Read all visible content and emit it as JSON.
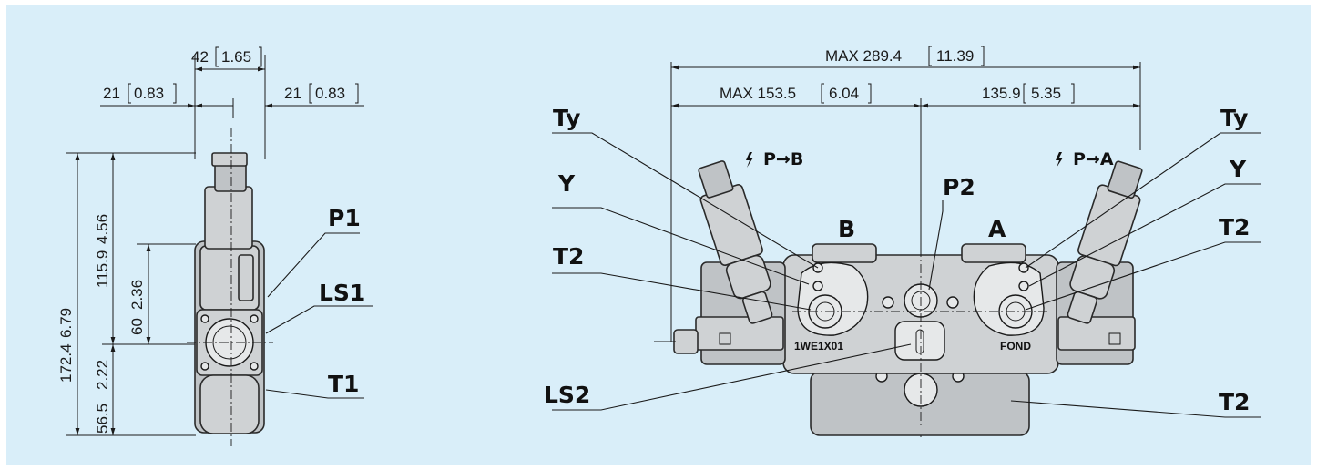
{
  "side_view": {
    "dims": {
      "width_total": "42",
      "width_total_in": "1.65",
      "left_half": "21",
      "left_half_in": "0.83",
      "right_half": "21",
      "right_half_in": "0.83",
      "height_total": "172.4",
      "height_total_in": "6.79",
      "height_upper": "115.9",
      "height_upper_in": "4.56",
      "height_mid": "60",
      "height_mid_in": "2.36",
      "height_lower": "56.5",
      "height_lower_in": "2.22"
    },
    "ports": {
      "p1": "P1",
      "ls1": "LS1",
      "t1": "T1"
    }
  },
  "front_view": {
    "dims": {
      "overall": "MAX 289.4",
      "overall_in": "11.39",
      "left": "MAX 153.5",
      "left_in": "6.04",
      "right": "135.9",
      "right_in": "5.35"
    },
    "ports": {
      "ty_left": "Ty",
      "ty_right": "Ty",
      "y_left": "Y",
      "y_right": "Y",
      "t2_left": "T2",
      "t2_right": "T2",
      "p2": "P2",
      "ls2": "LS2",
      "t2_bottom": "T2",
      "b": "B",
      "a": "A"
    },
    "flow_left": "P→B",
    "flow_right": "P→A",
    "stamp_left": "1WE1X01",
    "stamp_right": "FOND"
  },
  "colors": {
    "background": "#d9eef9",
    "body": "#cfd2d4",
    "line": "#1a1a1a"
  }
}
